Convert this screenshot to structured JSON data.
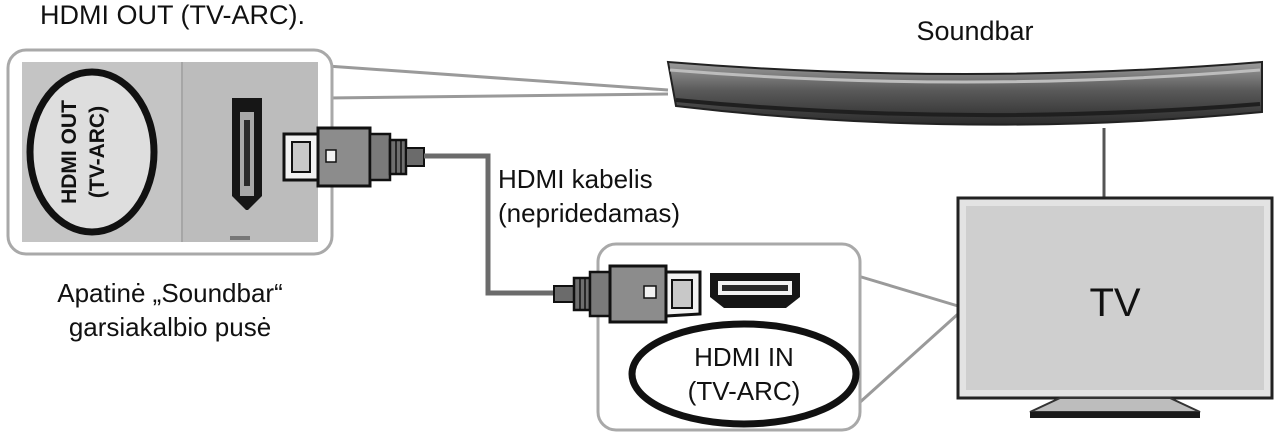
{
  "header": {
    "instruction": "HDMI OUT (TV-ARC)."
  },
  "soundbar": {
    "label": "Soundbar"
  },
  "soundbar_bottom": {
    "port_label_line1": "HDMI OUT",
    "port_label_line2": "(TV-ARC)",
    "caption_line1": "Apatinė „Soundbar“",
    "caption_line2": "garsiakalbio pusė"
  },
  "cable": {
    "label_line1": "HDMI kabelis",
    "label_line2": "(nepridedamas)"
  },
  "tv_port": {
    "label_line1": "HDMI IN",
    "label_line2": "(TV-ARC)"
  },
  "tv": {
    "label": "TV"
  },
  "colors": {
    "panel_fill": "#c9c9c9",
    "panel_stroke": "#a9a9a9",
    "dark": "#1a1a1a",
    "cable": "#6b6b6b"
  }
}
